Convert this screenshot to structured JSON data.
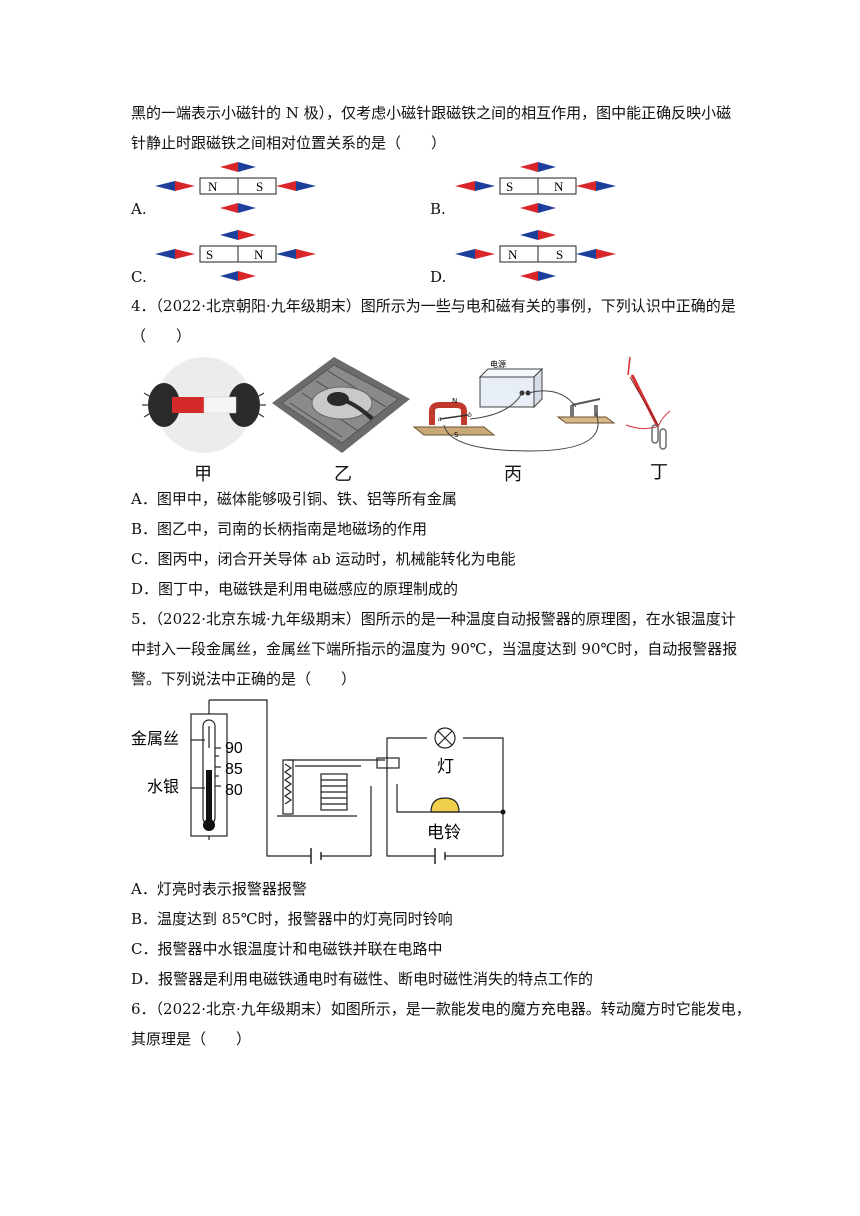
{
  "q3": {
    "line1": "黑的一端表示小磁针的 N 极），仅考虑小磁针跟磁铁之间的相互作用，图中能正确反映小磁",
    "line2": "针静止时跟磁铁之间相对位置关系的是（　　）",
    "options": [
      {
        "label": "A.",
        "left_pole": "N",
        "right_pole": "S"
      },
      {
        "label": "B.",
        "left_pole": "S",
        "right_pole": "N"
      },
      {
        "label": "C.",
        "left_pole": "S",
        "right_pole": "N"
      },
      {
        "label": "D.",
        "left_pole": "N",
        "right_pole": "S"
      }
    ]
  },
  "q4": {
    "line1": "4．（2022·北京朝阳·九年级期末）图所示为一些与电和磁有关的事例，下列认识中正确的是",
    "line2": "（　　）",
    "captions": [
      "甲",
      "乙",
      "丙",
      "丁"
    ],
    "power_label": "电源",
    "magnet_n": "N",
    "magnet_s": "S",
    "wire_a": "a",
    "wire_b": "b",
    "choices": [
      "A．图甲中，磁体能够吸引铜、铁、铝等所有金属",
      "B．图乙中，司南的长柄指南是地磁场的作用",
      "C．图丙中，闭合开关导体 ab 运动时，机械能转化为电能",
      "D．图丁中，电磁铁是利用电磁感应的原理制成的"
    ]
  },
  "q5": {
    "line1": "5．（2022·北京东城·九年级期末）图所示的是一种温度自动报警器的原理图，在水银温度计",
    "line2": "中封入一段金属丝，金属丝下端所指示的温度为 90℃，当温度达到 90℃时，自动报警器报",
    "line3": "警。下列说法中正确的是（　　）",
    "diagram": {
      "label_wire": "金属丝",
      "label_mercury": "水银",
      "scale": [
        "90",
        "85",
        "80"
      ],
      "label_lamp": "灯",
      "label_bell": "电铃"
    },
    "choices": [
      "A．灯亮时表示报警器报警",
      "B．温度达到 85℃时，报警器中的灯亮同时铃响",
      "C．报警器中水银温度计和电磁铁并联在电路中",
      "D．报警器是利用电磁铁通电时有磁性、断电时磁性消失的特点工作的"
    ]
  },
  "q6": {
    "line1": "6．（2022·北京·九年级期末）如图所示，是一款能发电的魔方充电器。转动魔方时它能发电，",
    "line2": "其原理是（　　）"
  },
  "colors": {
    "needle_red": "#d9262b",
    "needle_blue": "#1d3f9c",
    "text": "#111111"
  }
}
